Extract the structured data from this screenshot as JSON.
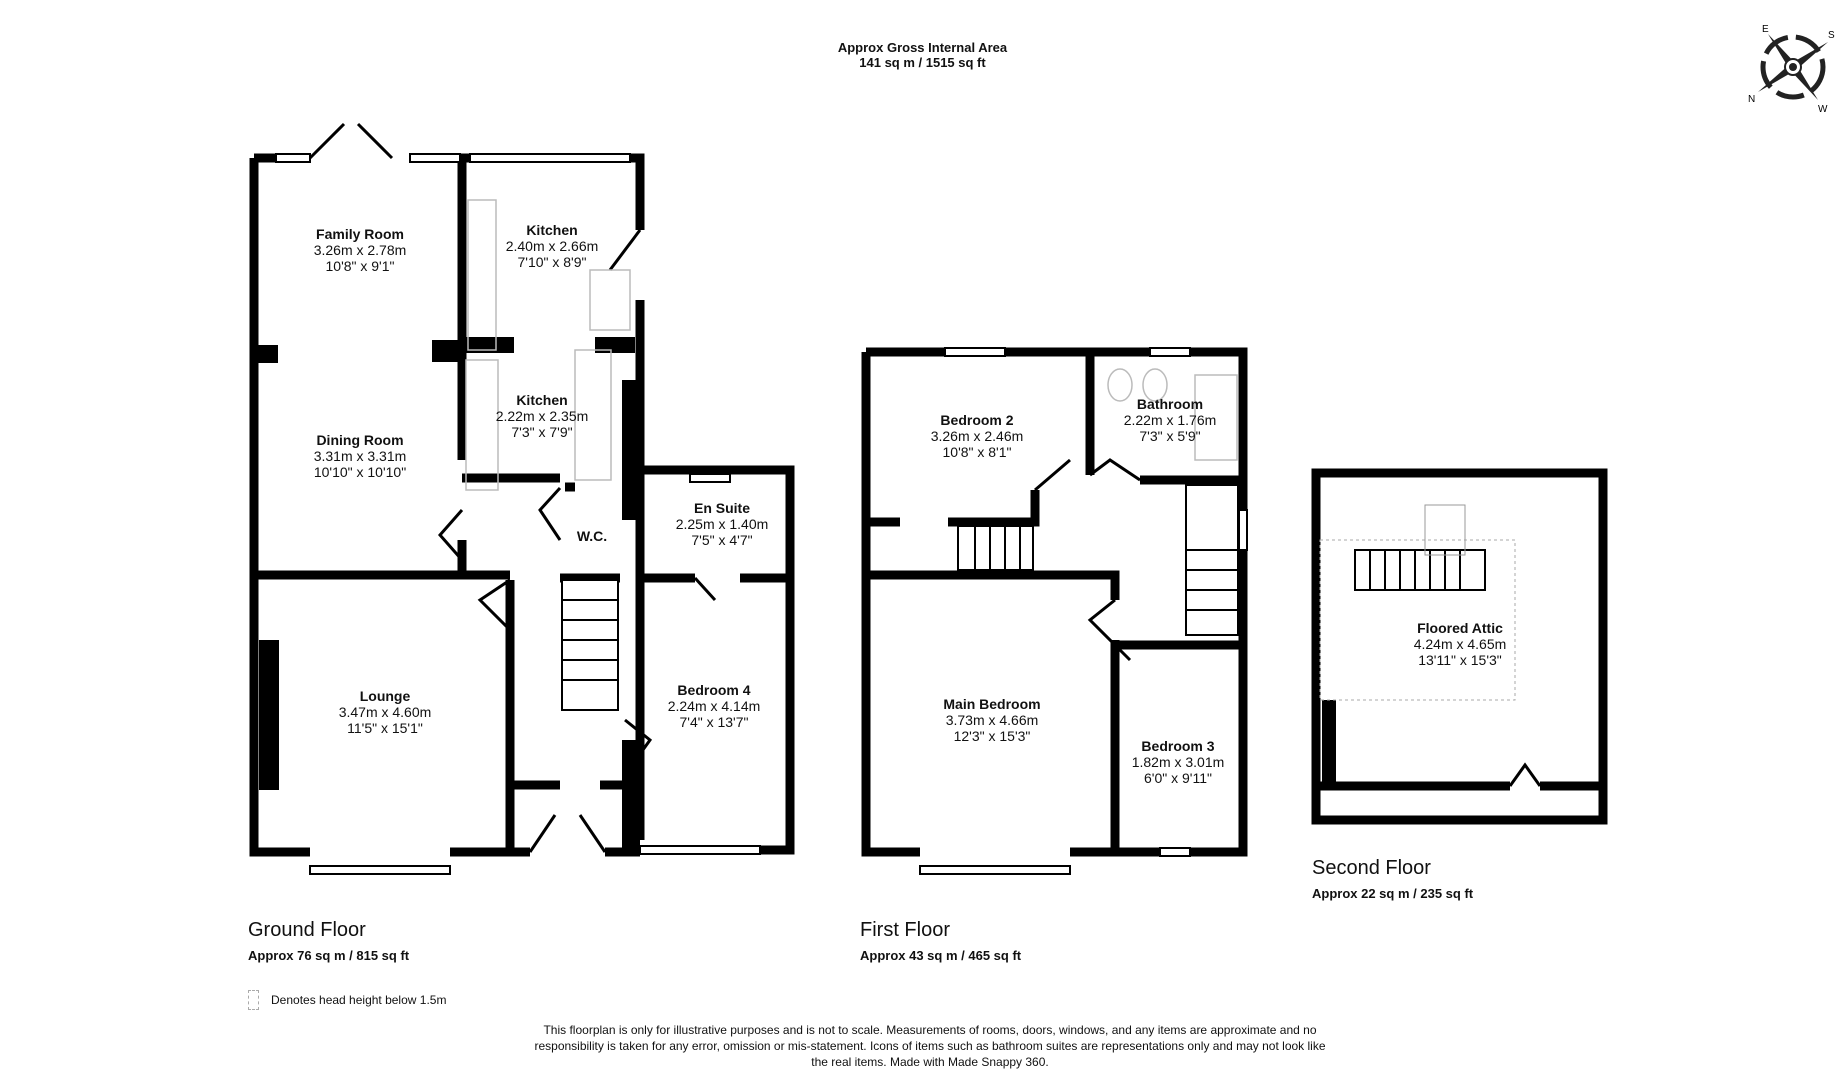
{
  "header": {
    "title_line1": "Approx Gross Internal Area",
    "title_line2": "141 sq m / 1515 sq ft"
  },
  "compass": {
    "labels": {
      "top_left": "E",
      "top_right": "S",
      "bottom_right": "W",
      "bottom_left": "N"
    }
  },
  "floors": [
    {
      "name": "Ground Floor",
      "area": "Approx 76 sq m / 815 sq ft",
      "rooms": [
        {
          "name": "Family Room",
          "metric": "3.26m x 2.78m",
          "imperial": "10'8\" x 9'1\""
        },
        {
          "name": "Dining Room",
          "metric": "3.31m x 3.31m",
          "imperial": "10'10\" x 10'10\""
        },
        {
          "name": "Kitchen",
          "metric": "2.40m x 2.66m",
          "imperial": "7'10\" x 8'9\""
        },
        {
          "name": "Kitchen",
          "metric": "2.22m x 2.35m",
          "imperial": "7'3\" x 7'9\""
        },
        {
          "name": "W.C.",
          "metric": "",
          "imperial": ""
        },
        {
          "name": "En Suite",
          "metric": "2.25m x 1.40m",
          "imperial": "7'5\" x 4'7\""
        },
        {
          "name": "Lounge",
          "metric": "3.47m x 4.60m",
          "imperial": "11'5\" x 15'1\""
        },
        {
          "name": "Bedroom 4",
          "metric": "2.24m x 4.14m",
          "imperial": "7'4\" x 13'7\""
        }
      ]
    },
    {
      "name": "First Floor",
      "area": "Approx 43 sq m / 465 sq ft",
      "rooms": [
        {
          "name": "Bedroom 2",
          "metric": "3.26m x 2.46m",
          "imperial": "10'8\" x 8'1\""
        },
        {
          "name": "Bathroom",
          "metric": "2.22m x 1.76m",
          "imperial": "7'3\" x 5'9\""
        },
        {
          "name": "Main Bedroom",
          "metric": "3.73m x 4.66m",
          "imperial": "12'3\" x 15'3\""
        },
        {
          "name": "Bedroom 3",
          "metric": "1.82m x 3.01m",
          "imperial": "6'0\" x 9'11\""
        }
      ]
    },
    {
      "name": "Second Floor",
      "area": "Approx 22 sq m / 235 sq ft",
      "rooms": [
        {
          "name": "Floored Attic",
          "metric": "4.24m x 4.65m",
          "imperial": "13'11\" x 15'3\""
        }
      ]
    }
  ],
  "legend": {
    "text": "Denotes head height below 1.5m"
  },
  "disclaimer": "This floorplan is only for illustrative purposes and is not to scale. Measurements of rooms, doors, windows, and any items are approximate and no responsibility is taken for any error, omission or mis-statement. Icons of items such as bathroom suites are representations only and may not look like the real items. Made with Made Snappy 360.",
  "colors": {
    "wall": "#000000",
    "background": "#ffffff",
    "fixture": "#bbbbbb",
    "dashed": "#aaaaaa"
  }
}
